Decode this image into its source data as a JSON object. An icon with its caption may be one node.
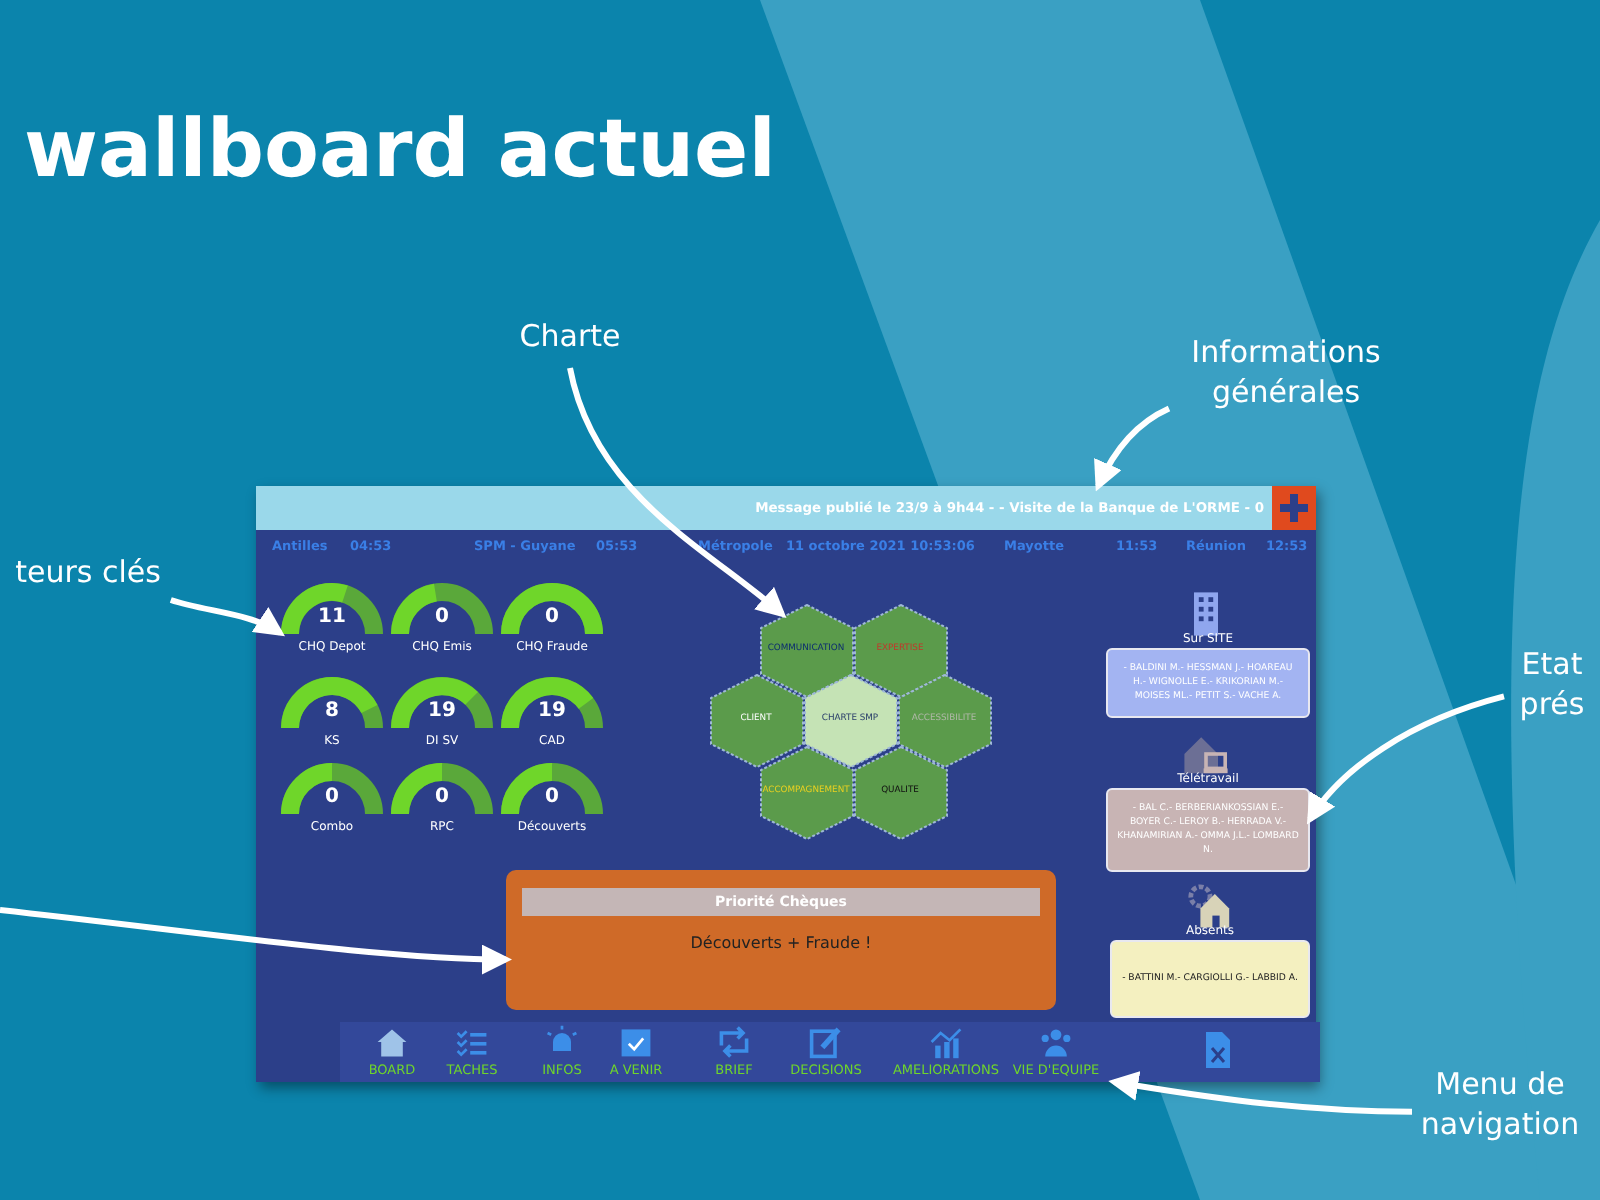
{
  "diagram": {
    "title": "wallboard actuel",
    "nodes": [
      {
        "text": [
          "Charte"
        ]
      },
      {
        "text": [
          "Informations générales"
        ]
      },
      {
        "text": [
          "teurs clés"
        ]
      },
      {
        "text": [
          "Etat prés"
        ]
      },
      {
        "text": [
          "Menu de navigation"
        ]
      },
      {
        "text": [],
        "shape": "box"
      },
      {
        "text": [
          "Message publié le 23/9 à 9h44 - - Visite de la Banque de L'ORME - 0"
        ],
        "in": 5
      },
      {
        "text": [
          "11",
          "CHQ Depot"
        ],
        "in": 5
      },
      {
        "text": [
          "0",
          "CHQ Emis"
        ],
        "in": 5
      },
      {
        "text": [
          "0",
          "CHQ Fraude"
        ],
        "in": 5
      },
      {
        "text": [
          "8",
          "KS"
        ],
        "in": 5
      },
      {
        "text": [
          "19",
          "DI SV"
        ],
        "in": 5
      },
      {
        "text": [
          "19",
          "CAD"
        ],
        "in": 5
      },
      {
        "text": [
          "0",
          "Combo"
        ],
        "in": 5
      },
      {
        "text": [
          "0",
          "RPC"
        ],
        "in": 5
      },
      {
        "text": [
          "0",
          "Découverts"
        ],
        "in": 5
      },
      {
        "text": [
          "COMMUNICATION"
        ],
        "in": 5
      },
      {
        "text": [
          "EXPERTISE"
        ],
        "in": 5
      },
      {
        "text": [
          "CLIENT"
        ],
        "in": 5
      },
      {
        "text": [
          "CHARTE SMP"
        ],
        "in": 5
      },
      {
        "text": [
          "ACCESSIBILITE"
        ],
        "in": 5
      },
      {
        "text": [
          "ACCOMPAGNEMENT"
        ],
        "in": 5
      },
      {
        "text": [
          "QUALITE"
        ],
        "in": 5
      },
      {
        "text": [
          "Priorité Chèques",
          "Découverts + Fraude !"
        ],
        "in": 5
      },
      {
        "text": [
          "Sur SITE",
          "- BALDINI M.- HESSMAN J.- HOAREAU H.- WIGNOLLE E.- KRIKORIAN M.- MOISES ML.- PETIT S.- VACHE A."
        ],
        "in": 5
      },
      {
        "text": [
          "Télétravail",
          "- BAL C.- BERBERIANKOSSIAN E.- BOYER C.- LEROY B.- HERRADA V.- KHANAMIRIAN A.- OMMA J.L.- LOMBARD N."
        ],
        "in": 5
      },
      {
        "text": [
          "Absents",
          "- BATTINI M.- CARGIOLLI G.- LABBID A."
        ],
        "in": 5
      },
      {
        "text": [],
        "shape": "bar",
        "in": 5
      }
    ],
    "edges": [
      {
        "from": 0,
        "to": 16,
        "arrow": "to"
      },
      {
        "from": 1,
        "to": 6,
        "arrow": "to"
      },
      {
        "from": 2,
        "to": 7,
        "arrow": "to"
      },
      {
        "from": 3,
        "to": 25,
        "arrow": "to"
      },
      {
        "from": 4,
        "to": 27,
        "arrow": "to"
      },
      {
        "from": null,
        "to": 23,
        "arrow": "to"
      }
    ],
    "labels": [
      "Antilles",
      "04:53",
      "SPM - Guyane",
      "05:53",
      "Métropole",
      "11 octobre 2021 10:53:06",
      "Mayotte",
      "11:53",
      "Réunion",
      "12:53",
      "BOARD",
      "TACHES",
      "INFOS",
      "A VENIR",
      "BRIEF",
      "DECISIONS",
      "AMELIORATIONS",
      "VIE D'EQUIPE"
    ]
  }
}
